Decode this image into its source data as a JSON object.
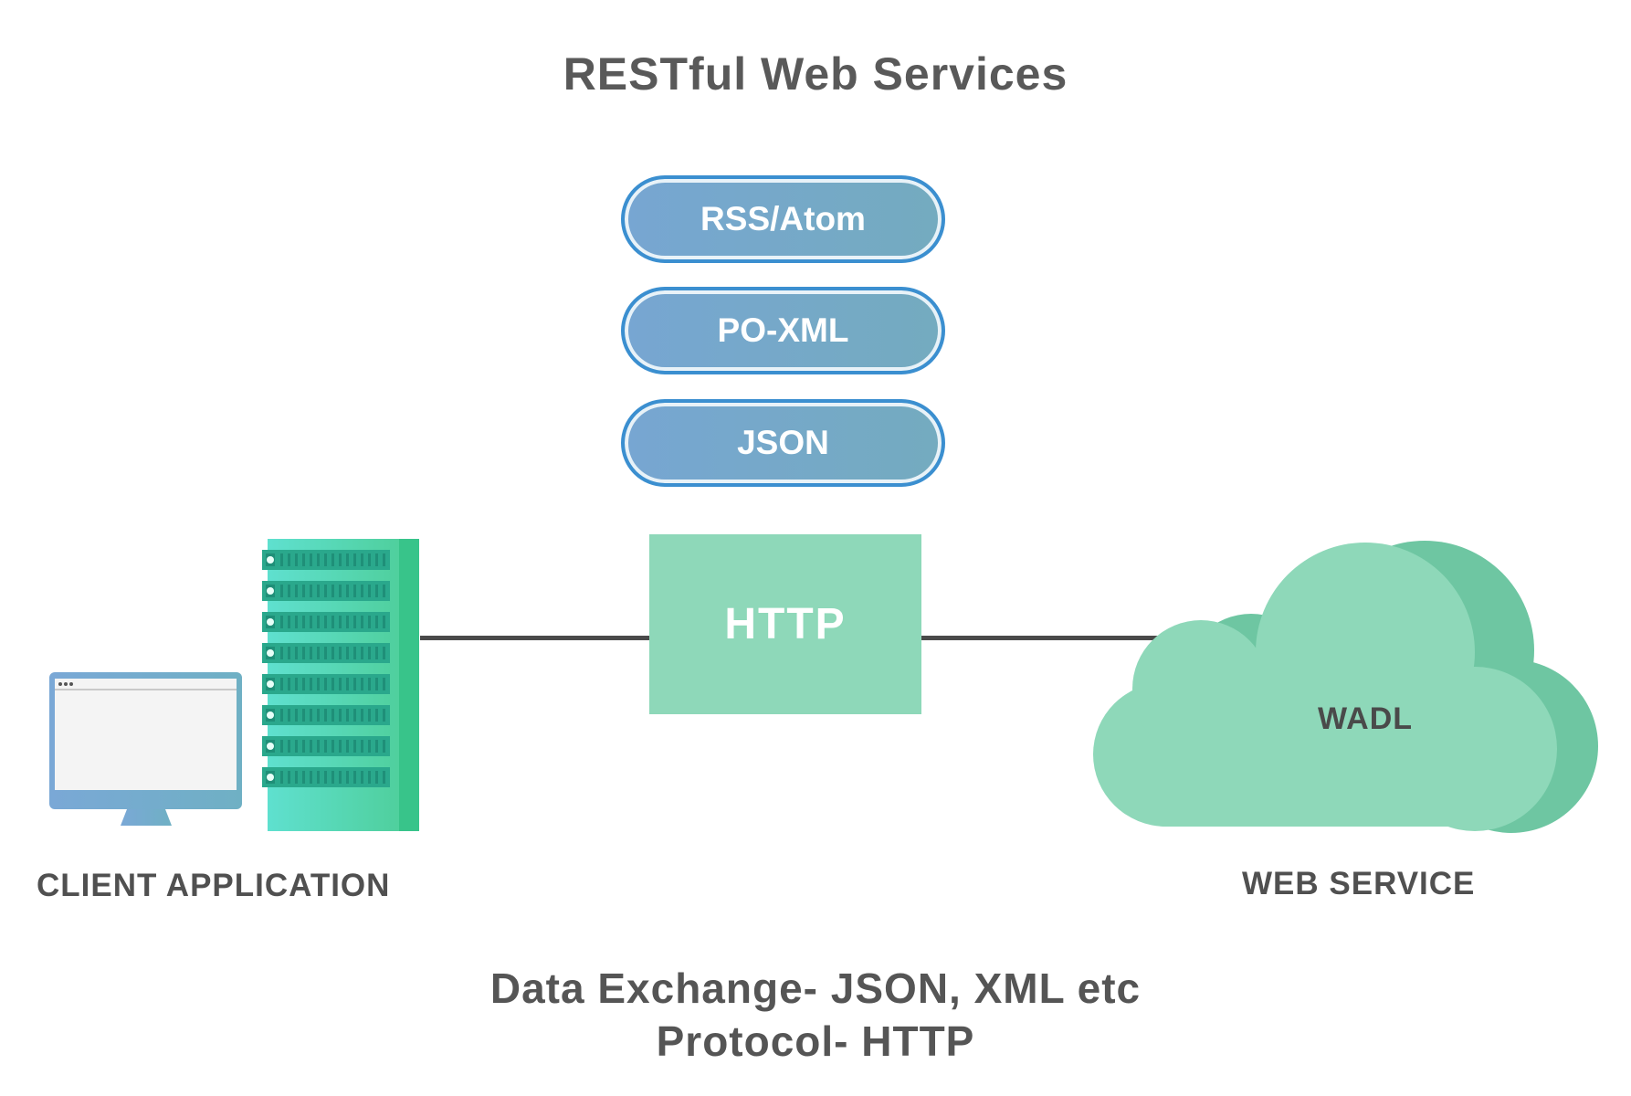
{
  "title": "RESTful Web Services",
  "formats": [
    {
      "label": "RSS/Atom"
    },
    {
      "label": "PO-XML"
    },
    {
      "label": "JSON"
    }
  ],
  "protocol_box": {
    "label": "HTTP"
  },
  "client": {
    "label": "CLIENT APPLICATION"
  },
  "service": {
    "label": "WEB SERVICE",
    "cloud_label": "WADL"
  },
  "footer": {
    "line1": "Data Exchange- JSON, XML etc",
    "line2": "Protocol- HTTP"
  },
  "colors": {
    "pill_border": "#3b8fd0",
    "pill_fill": "#77a6d2",
    "http_fill": "#8ed8b9",
    "cloud_fill": "#8ed8b9",
    "cloud_shadow": "#6ec6a2",
    "server_fill": "#5bd9c4",
    "text": "#555555"
  }
}
